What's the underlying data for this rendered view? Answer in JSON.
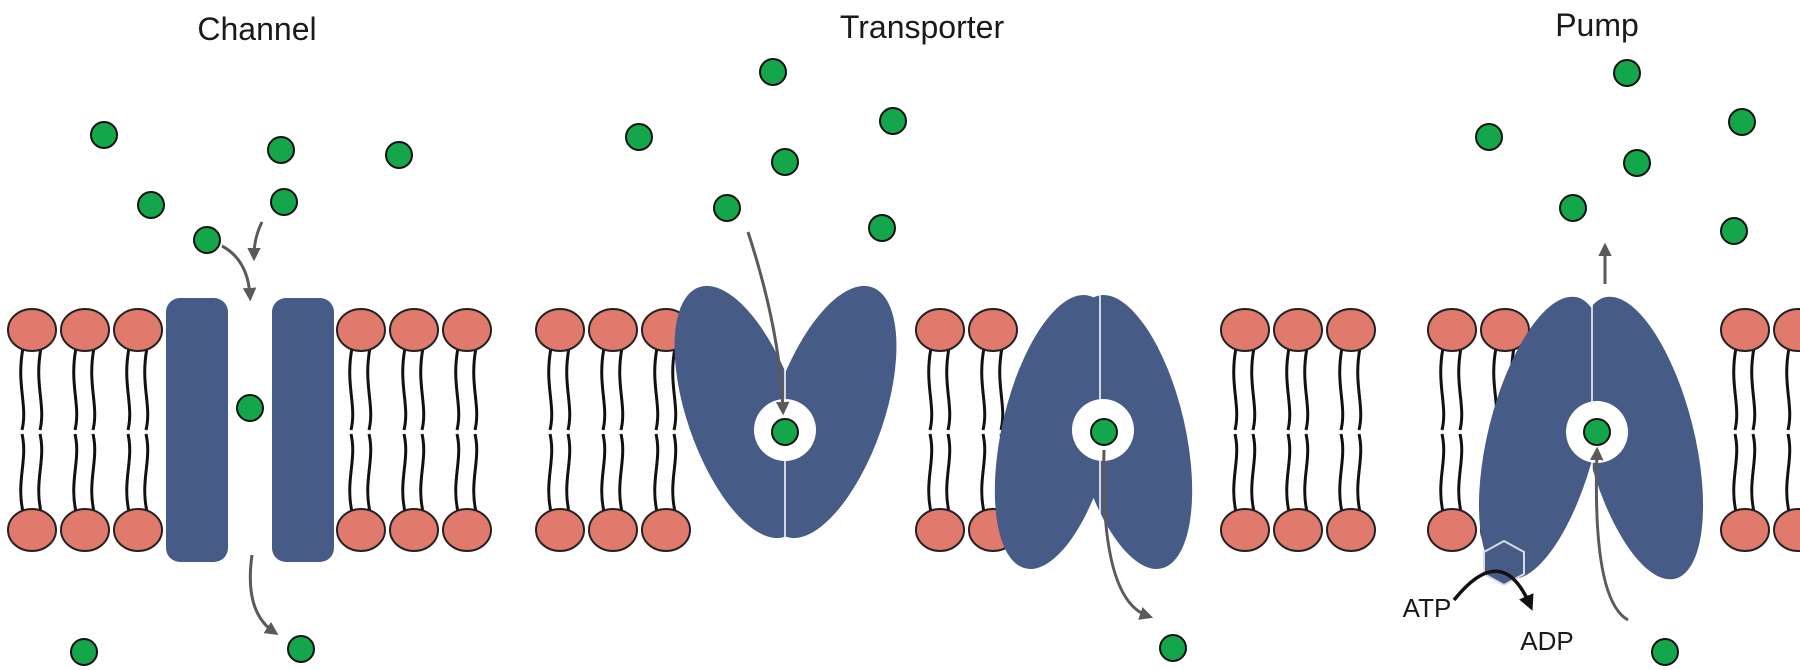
{
  "titles": {
    "channel": "Channel",
    "transporter": "Transporter",
    "pump": "Pump"
  },
  "labels": {
    "atp": "ATP",
    "adp": "ADP"
  },
  "colors": {
    "protein": "#475b87",
    "lipid_head": "#df7a6d",
    "molecule": "#13a64b",
    "arrow": "#5a5a5a",
    "energy_arrow": "#111111",
    "background": "#ffffff"
  },
  "icons": {
    "molecule": "green-circle",
    "lipid": "phospholipid",
    "atp_site": "hexagon"
  }
}
